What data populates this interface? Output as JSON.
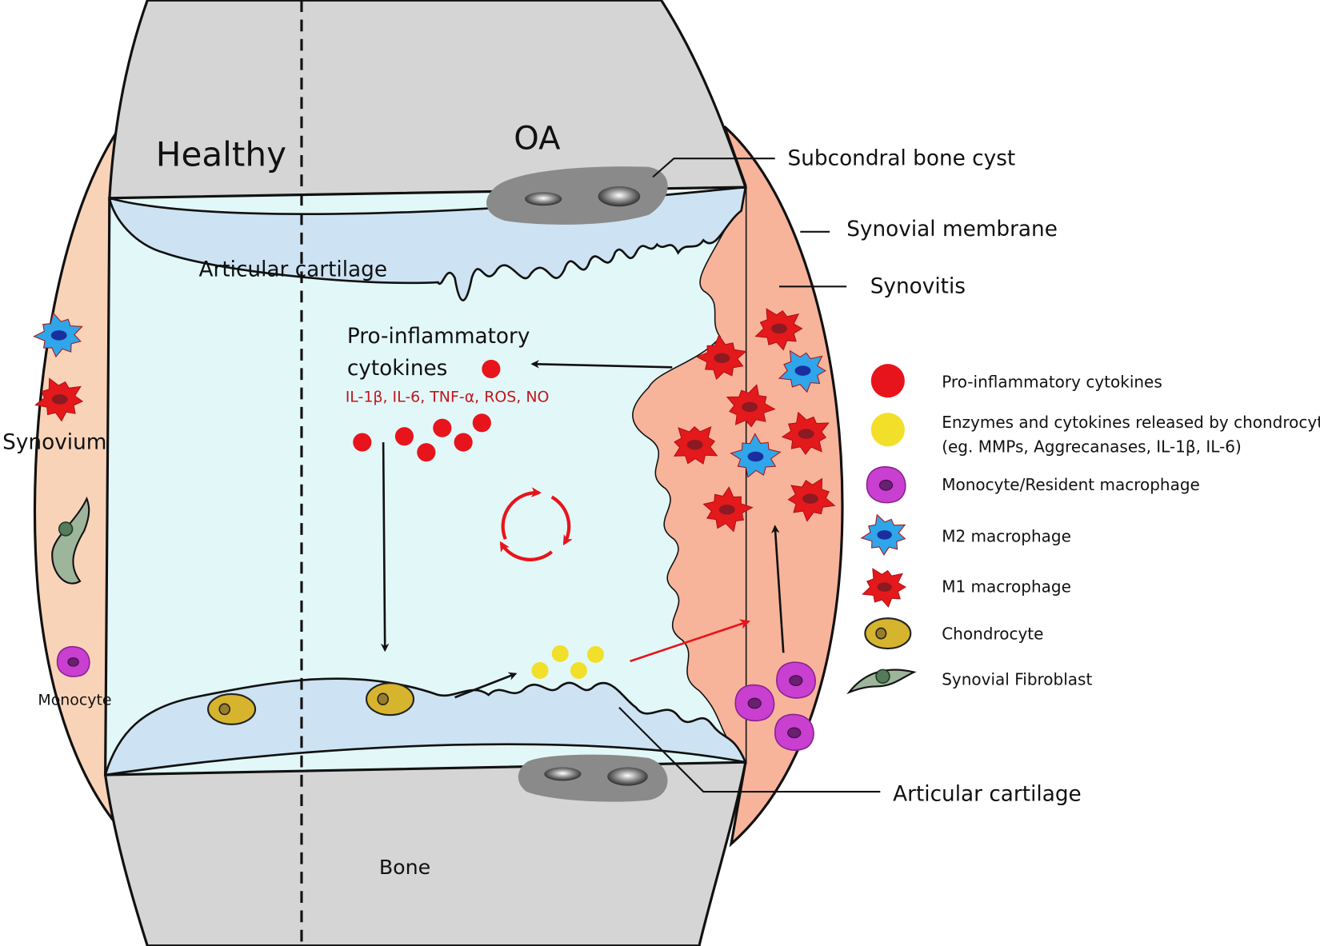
{
  "labels": {
    "healthy": "Healthy",
    "oa": "OA",
    "subchondral_bone_cyst": "Subcondral bone cyst",
    "synovial_membrane": "Synovial membrane",
    "synovitis": "Synovitis",
    "articular_cartilage_top": "Articular cartilage",
    "articular_cartilage_bottom": "Articular cartilage",
    "pro_inflammatory_line1": "Pro-inflammatory",
    "pro_inflammatory_line2": "cytokines",
    "cytokine_list": "IL-1β, IL-6, TNF-α,  ROS, NO",
    "synovium": "Synovium",
    "monocyte": "Monocyte",
    "bone": "Bone"
  },
  "legend": [
    {
      "icon": "red-circle",
      "label": "Pro-inflammatory cytokines"
    },
    {
      "icon": "yellow-circle",
      "label": "Enzymes and cytokines released by chondrocytes",
      "label2": "(eg. MMPs, Aggrecanases, IL-1β, IL-6)"
    },
    {
      "icon": "monocyte-cell",
      "label": "Monocyte/Resident macrophage"
    },
    {
      "icon": "m2-macrophage-cell",
      "label": "M2 macrophage"
    },
    {
      "icon": "m1-macrophage-cell",
      "label": "M1 macrophage"
    },
    {
      "icon": "chondrocyte-cell",
      "label": "Chondrocyte"
    },
    {
      "icon": "synovial-fibroblast-cell",
      "label": "Synovial Fibroblast"
    }
  ],
  "colors": {
    "bone": "#d5d5d5",
    "synovium": "#f9d3b8",
    "synovitis": "#f7b49b",
    "synovial_fluid": "#e2f8f8",
    "cartilage": "#cde3f3",
    "cytokine": "#e8141b",
    "enzyme": "#f2df2a",
    "monocyte": "#c93fd0",
    "m2": "#2fa6ea",
    "m1": "#e4191c",
    "chondrocyte": "#d6b42e",
    "fibroblast": "#9db59b"
  }
}
